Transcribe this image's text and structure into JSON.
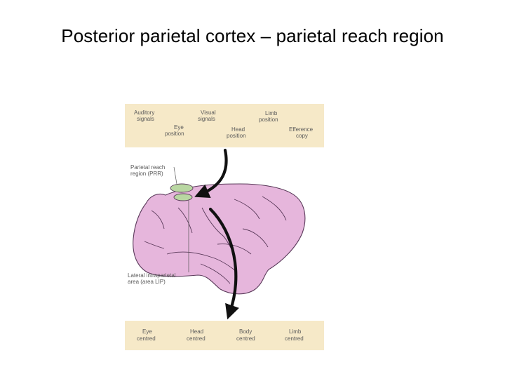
{
  "title": "Posterior parietal cortex – parietal reach region",
  "figure": {
    "colors": {
      "panel": "#f6e9c8",
      "brain_fill": "#e6b6dc",
      "brain_outline": "#5a3a5a",
      "prr_fill": "#b9d7a2",
      "arrow": "#111111",
      "label_text": "#5a5a5a"
    },
    "input_signals": [
      {
        "line1": "Auditory",
        "line2": "signals"
      },
      {
        "line1": "Eye",
        "line2": "position"
      },
      {
        "line1": "Visual",
        "line2": "signals"
      },
      {
        "line1": "Head",
        "line2": "position"
      },
      {
        "line1": "Limb",
        "line2": "position"
      },
      {
        "line1": "Efference",
        "line2": "copy"
      }
    ],
    "prr_label": {
      "line1": "Parietal reach",
      "line2": "region (PRR)"
    },
    "lip_label": {
      "line1": "Lateral intraparietal",
      "line2": "area (area LIP)"
    },
    "reference_frames": [
      {
        "line1": "Eye",
        "line2": "centred"
      },
      {
        "line1": "Head",
        "line2": "centred"
      },
      {
        "line1": "Body",
        "line2": "centred"
      },
      {
        "line1": "Limb",
        "line2": "centred"
      }
    ]
  }
}
